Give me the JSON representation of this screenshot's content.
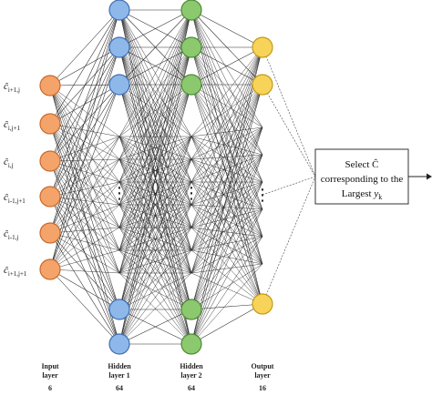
{
  "diagram": {
    "input_labels": [
      "ĉ i+1,j",
      "ĉ i,j+1",
      "ĉ i,j",
      "ĉ i-1,j+1",
      "ĉ i-1,j",
      "ĉ i+1,j+1"
    ],
    "input_label_parts": [
      {
        "base": "ĉ",
        "sub": "i+1,j"
      },
      {
        "base": "ĉ",
        "sub": "i,j+1"
      },
      {
        "base": "ĉ",
        "sub": "i,j"
      },
      {
        "base": "ĉ",
        "sub": "i-1,j+1"
      },
      {
        "base": "ĉ",
        "sub": "i-1,j"
      },
      {
        "base": "ĉ",
        "sub": "i+1,j+1"
      }
    ],
    "layers": [
      {
        "title_line1": "Input",
        "title_line2": "layer",
        "size": "6",
        "color": "#f4a46a",
        "stroke": "#c96a2a"
      },
      {
        "title_line1": "Hidden",
        "title_line2": "layer 1",
        "size": "64",
        "color": "#8fb8ea",
        "stroke": "#3f6fb0"
      },
      {
        "title_line1": "Hidden",
        "title_line2": "layer 2",
        "size": "64",
        "color": "#8cc96e",
        "stroke": "#4c8a35"
      },
      {
        "title_line1": "Output",
        "title_line2": "layer",
        "size": "16",
        "color": "#f7d35a",
        "stroke": "#c39a17"
      }
    ],
    "output_box": {
      "line1": "Select Ĉ",
      "line2": "corresponding to the",
      "line3_prefix": "Largest ",
      "line3_var": "y",
      "line3_sub": "k"
    },
    "ellipsis": "⋮"
  }
}
